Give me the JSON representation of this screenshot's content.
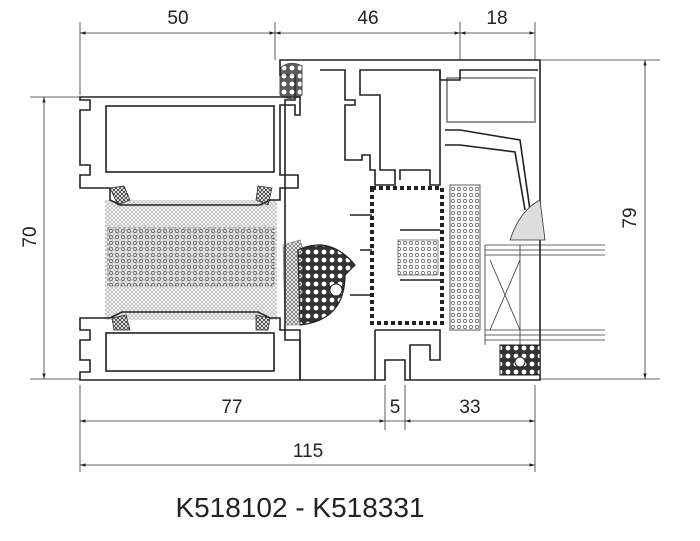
{
  "dimensions": {
    "top": [
      "50",
      "46",
      "18"
    ],
    "left": "70",
    "right": "79",
    "bottom": [
      "77",
      "5",
      "33"
    ],
    "overall": "115"
  },
  "title": "K518102 - K518331"
}
